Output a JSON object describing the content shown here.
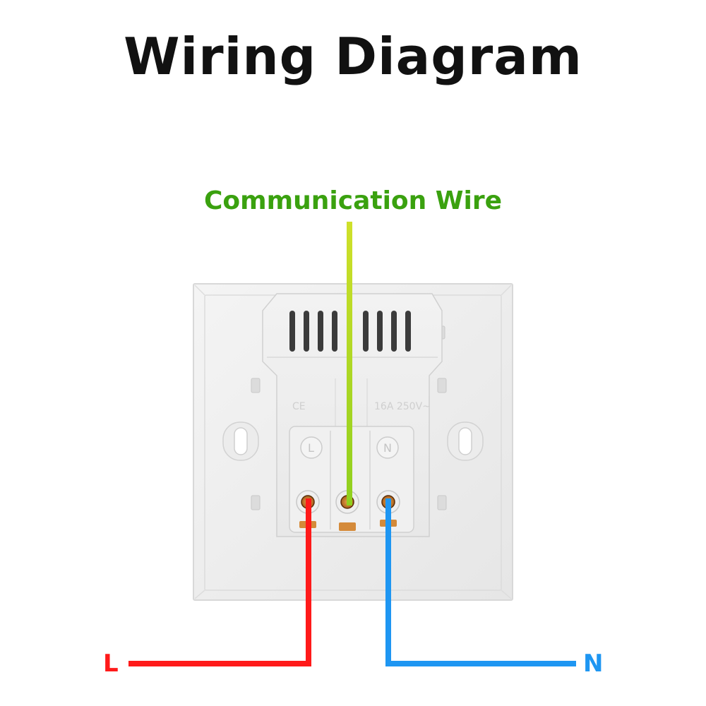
{
  "title": "Wiring Diagram",
  "communication_wire": {
    "label": "Communication Wire",
    "color": "#3aa10f",
    "wire_color": "#a8d41c"
  },
  "live_wire": {
    "label": "L",
    "color": "#ff1a1a"
  },
  "neutral_wire": {
    "label": "N",
    "color": "#1e96f2"
  },
  "device": {
    "ce_mark": "CE",
    "rating": "16A 250V~",
    "terminal_left": "L",
    "terminal_right": "N"
  }
}
